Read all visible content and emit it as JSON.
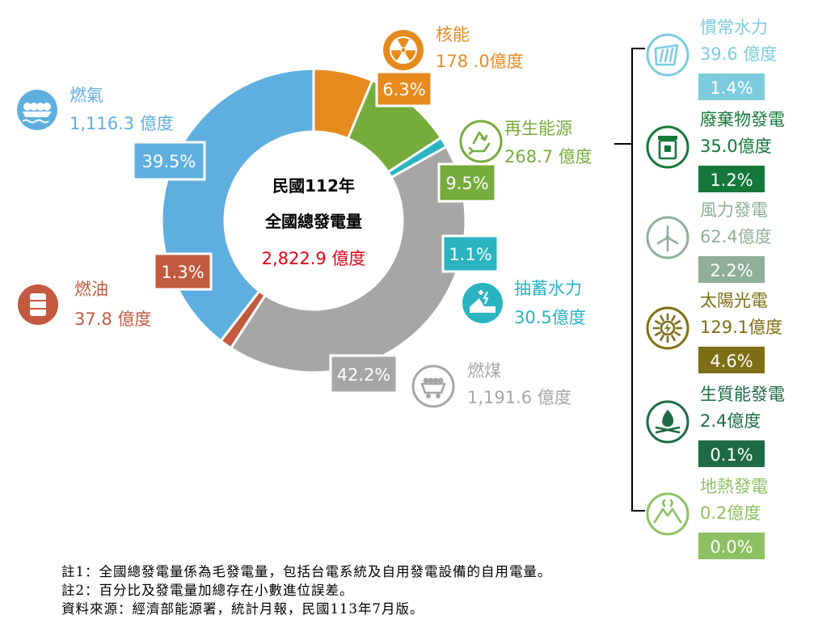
{
  "chart_data": {
    "type": "pie",
    "donut": true,
    "center": {
      "line1": "民國112年",
      "line2": "全國總發電量",
      "total": "2,822.9 億度"
    },
    "slices": [
      {
        "name": "核能",
        "amount": "178 .0億度",
        "percent": 6.3,
        "label": "6.3%",
        "color": "#E68A1E"
      },
      {
        "name": "再生能源",
        "amount": "268.7 億度",
        "percent": 9.5,
        "label": "9.5%",
        "color": "#76AC3C"
      },
      {
        "name": "抽蓄水力",
        "amount": "30.5億度",
        "percent": 1.1,
        "label": "1.1%",
        "color": "#2BB3C2"
      },
      {
        "name": "燃煤",
        "amount": "1,191.6 億度",
        "percent": 42.2,
        "label": "42.2%",
        "color": "#A6A6A6"
      },
      {
        "name": "燃油",
        "amount": "37.8 億度",
        "percent": 1.3,
        "label": "1.3%",
        "color": "#C25A3F"
      },
      {
        "name": "燃氣",
        "amount": "1,116.3 億度",
        "percent": 39.5,
        "label": "39.5%",
        "color": "#5FAEE0"
      }
    ],
    "renewables_breakdown": [
      {
        "name": "慣常水力",
        "amount": "39.6 億度",
        "label": "1.4%",
        "color": "#7CCBDF"
      },
      {
        "name": "廢棄物發電",
        "amount": "35.0億度",
        "label": "1.2%",
        "color": "#15773A"
      },
      {
        "name": "風力發電",
        "amount": "62.4億度",
        "label": "2.2%",
        "color": "#8FAF99"
      },
      {
        "name": "太陽光電",
        "amount": "129.1億度",
        "label": "4.6%",
        "color": "#7E6E15"
      },
      {
        "name": "生質能發電",
        "amount": "2.4億度",
        "label": "0.1%",
        "color": "#1E6A44"
      },
      {
        "name": "地熱發電",
        "amount": "0.2億度",
        "label": "0.0%",
        "color": "#8DC063"
      }
    ]
  },
  "colors": {
    "total_text": "#E60012",
    "center_text": "#000000",
    "bracket": "#000000"
  },
  "icons": {
    "核能": "radiation-icon",
    "再生能源": "recycle-icon",
    "抽蓄水力": "pumped-hydro-icon",
    "燃煤": "coal-cart-icon",
    "燃油": "oil-barrel-icon",
    "燃氣": "lng-tanker-icon",
    "慣常水力": "dam-icon",
    "廢棄物發電": "waste-bin-icon",
    "風力發電": "wind-turbine-icon",
    "太陽光電": "sun-icon",
    "生質能發電": "biomass-fire-icon",
    "地熱發電": "geothermal-icon"
  },
  "notes": [
    "註1：全國總發電量係為毛發電量，包括台電系統及自用發電設備的自用電量。",
    "註2：百分比及發電量加總存在小數進位誤差。",
    "資料來源：經濟部能源署，統計月報，民國113年7月版。"
  ]
}
